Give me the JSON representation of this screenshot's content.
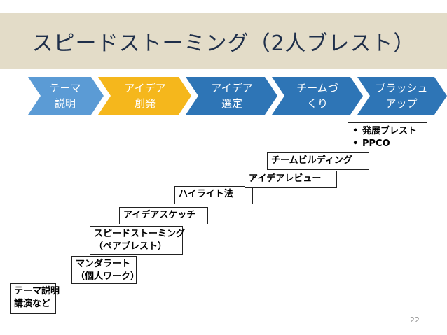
{
  "slide": {
    "title": "スピードストーミング（2人ブレスト）",
    "page_number": "22"
  },
  "process": {
    "steps": [
      {
        "line1": "テーマ",
        "line2": "説明",
        "color": "#5b9bd5"
      },
      {
        "line1": "アイデア",
        "line2": "創発",
        "color": "#f5b71c"
      },
      {
        "line1": "アイデア",
        "line2": "選定",
        "color": "#2e75b6"
      },
      {
        "line1": "チームづ",
        "line2": "くり",
        "color": "#2e75b6"
      },
      {
        "line1": "ブラッシュ",
        "line2": "アップ",
        "color": "#2e75b6"
      }
    ]
  },
  "stairs": {
    "step1": {
      "line1": "テーマ説明",
      "line2": "講演など"
    },
    "step2": {
      "line1": "マンダラート",
      "line2": "（個人ワーク）"
    },
    "step3": {
      "line1": "スピードストーミング",
      "line2": "（ペアブレスト）"
    },
    "step4": {
      "line1": "アイデアスケッチ"
    },
    "step5": {
      "line1": "ハイライト法"
    },
    "step6": {
      "line1": "アイデアレビュー"
    },
    "step7": {
      "line1": "チームビルディング"
    },
    "step8": {
      "items": [
        "発展ブレスト",
        "PPCO"
      ]
    }
  }
}
